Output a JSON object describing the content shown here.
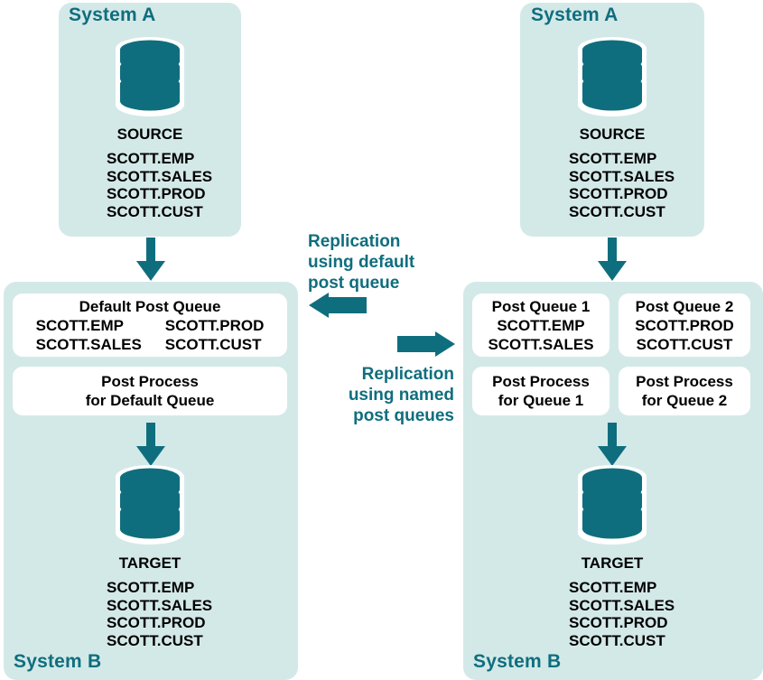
{
  "colors": {
    "teal_dark": "#0f6e7e",
    "panel_bg": "#d3e9e8",
    "box_bg": "#ffffff",
    "text": "#000000"
  },
  "left_diagram": {
    "top_panel": {
      "label": "System A",
      "db_icon": "database-cylinder-icon",
      "db_title": "SOURCE",
      "tables": [
        "SCOTT.EMP",
        "SCOTT.SALES",
        "SCOTT.PROD",
        "SCOTT.CUST"
      ]
    },
    "arrow_source_to_queue": "arrow-down-icon",
    "bottom_panel": {
      "label": "System B",
      "queue_box": {
        "title": "Default Post Queue",
        "columns": [
          [
            "SCOTT.EMP",
            "SCOTT.SALES"
          ],
          [
            "SCOTT.PROD",
            "SCOTT.CUST"
          ]
        ]
      },
      "process_box": {
        "line1": "Post Process",
        "line2": "for Default Queue"
      },
      "arrow_process_to_target": "arrow-down-icon",
      "db_icon": "database-cylinder-icon",
      "db_title": "TARGET",
      "tables": [
        "SCOTT.EMP",
        "SCOTT.SALES",
        "SCOTT.PROD",
        "SCOTT.CUST"
      ]
    }
  },
  "center": {
    "caption_top": {
      "line1": "Replication",
      "line2": "using default",
      "line3": "post queue",
      "arrow": "arrow-left-icon"
    },
    "caption_bottom": {
      "line1": "Replication",
      "line2": "using named",
      "line3": "post queues",
      "arrow": "arrow-right-icon"
    }
  },
  "right_diagram": {
    "top_panel": {
      "label": "System A",
      "db_icon": "database-cylinder-icon",
      "db_title": "SOURCE",
      "tables": [
        "SCOTT.EMP",
        "SCOTT.SALES",
        "SCOTT.PROD",
        "SCOTT.CUST"
      ]
    },
    "arrow_source_to_queue": "arrow-down-icon",
    "bottom_panel": {
      "label": "System B",
      "queue_box_1": {
        "title": "Post Queue 1",
        "tables": [
          "SCOTT.EMP",
          "SCOTT.SALES"
        ]
      },
      "queue_box_2": {
        "title": "Post Queue 2",
        "tables": [
          "SCOTT.PROD",
          "SCOTT.CUST"
        ]
      },
      "process_box_1": {
        "line1": "Post Process",
        "line2": "for Queue 1"
      },
      "process_box_2": {
        "line1": "Post Process",
        "line2": "for Queue 2"
      },
      "arrow_process_to_target": "arrow-down-icon",
      "db_icon": "database-cylinder-icon",
      "db_title": "TARGET",
      "tables": [
        "SCOTT.EMP",
        "SCOTT.SALES",
        "SCOTT.PROD",
        "SCOTT.CUST"
      ]
    }
  }
}
